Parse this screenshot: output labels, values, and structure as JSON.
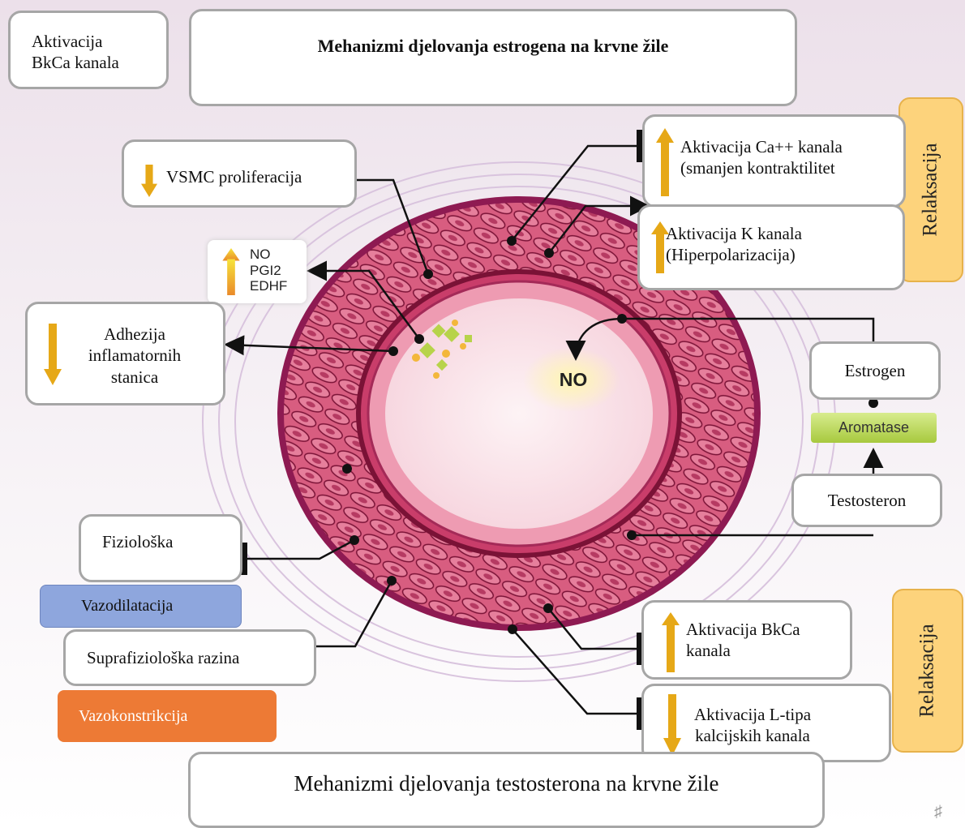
{
  "titles": {
    "estrogen": "Mehanizmi djelovanja estrogena na krvne žile",
    "testosterone": "Mehanizmi djelovanja testosterona na krvne žile"
  },
  "labels": {
    "bkca_corner": "Aktivacija BkCa kanala",
    "vsmc": "VSMC proliferacija",
    "ca_channels_line1": "Aktivacija Ca++ kanala",
    "ca_channels_line2": "(smanjen kontraktilitet",
    "k_channels_line1": "Aktivacija K kanala",
    "k_channels_line2": "(Hiperpolarizacija)",
    "adhesion": "Adhezija inflamatornih stanica",
    "estrogen": "Estrogen",
    "aromatase": "Aromatase",
    "testosteron": "Testosteron",
    "physiological": "Fiziološka",
    "vasodilation": "Vazodilatacija",
    "supraphysiological": "Suprafiziološka razina",
    "vasoconstriction": "Vazokonstrikcija",
    "bkca_line1": "Aktivacija BkCa",
    "bkca_line2": "kanala",
    "ltype_line1": "Aktivacija L-tipa",
    "ltype_line2": "kalcijskih kanala",
    "relaxation_top": "Relaksacija",
    "relaxation_bottom": "Relaksacija",
    "no_center": "NO"
  },
  "factors": [
    "NO",
    "PGI2",
    "EDHF"
  ],
  "colors": {
    "up_arrow": "#e6a817",
    "down_arrow": "#e6a817",
    "vessel_outer": "#9c1f5c",
    "vessel_cells": "#d9547a",
    "lumen": "#fbe6ec",
    "relaxation_bg": "#fdd37c",
    "vasodilation_bg": "#8ea6dd",
    "vasoconstriction_bg": "#ed7a35",
    "aromatase_bg": "#b8d55a"
  },
  "icons": [
    "up-arrow-icon",
    "down-arrow-icon",
    "logo-icon"
  ]
}
